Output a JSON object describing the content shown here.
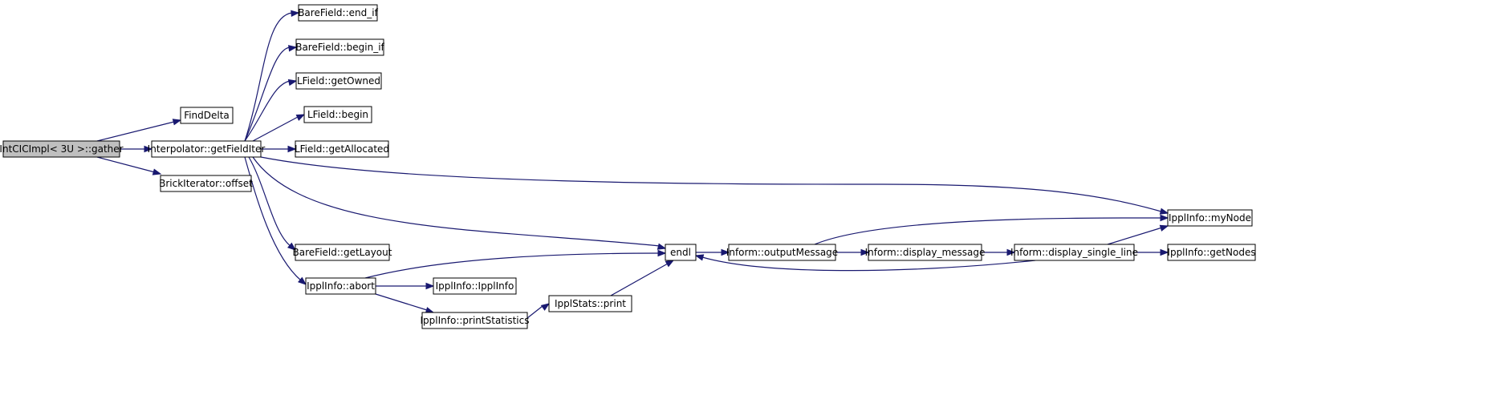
{
  "diagram": {
    "colors": {
      "edge": "#191970",
      "root_fill": "#bfbfbf",
      "node_fill": "#ffffff",
      "node_border": "#000000"
    },
    "nodes": {
      "root": "IntCICImpl< 3U >::gather",
      "finddelta": "FindDelta",
      "getfielditer": "Interpolator::getFieldIter",
      "offset": "BrickIterator::offset",
      "end_if": "BareField::end_if",
      "begin_if": "BareField::begin_if",
      "getowned": "LField::getOwned",
      "lbegin": "LField::begin",
      "getallocated": "LField::getAllocated",
      "getlayout": "BareField::getLayout",
      "abort": "IpplInfo::abort",
      "endl": "endl",
      "ipplinfo": "IpplInfo::IpplInfo",
      "printstatistics": "IpplInfo::printStatistics",
      "statsprint": "IpplStats::print",
      "outputmessage": "Inform::outputMessage",
      "display_message": "Inform::display_message",
      "display_single_line": "Inform::display_single_line",
      "mynode": "IpplInfo::myNode",
      "getnodes": "IpplInfo::getNodes"
    }
  }
}
